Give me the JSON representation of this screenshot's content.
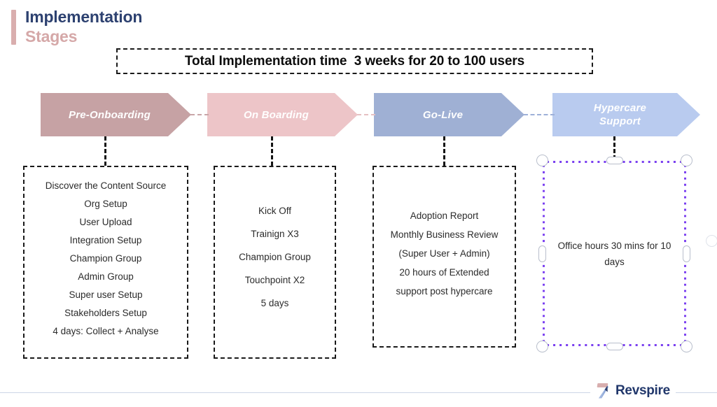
{
  "header": {
    "title_line1": "Implementation",
    "title_line2": "Stages"
  },
  "banner": {
    "text": "Total Implementation time  3 weeks for 20 to 100 users"
  },
  "stages": [
    {
      "label": "Pre-Onboarding",
      "color": "#c6a2a4"
    },
    {
      "label": "On Boarding",
      "color": "#edc5c8"
    },
    {
      "label": "Go-Live",
      "color": "#9fb0d4"
    },
    {
      "label": "Hypercare\nSupport",
      "color": "#b9cbef"
    }
  ],
  "boxes": {
    "pre_onboarding": [
      "Discover the Content Source",
      "Org Setup",
      "User Upload",
      "Integration Setup",
      "Champion Group",
      "Admin Group",
      "Super user Setup",
      "Stakeholders Setup",
      "4 days: Collect + Analyse"
    ],
    "on_boarding": [
      "Kick Off",
      "Trainign X3",
      "Champion Group",
      "Touchpoint X2",
      "5 days"
    ],
    "go_live": [
      "Adoption Report",
      "Monthly Business Review",
      "(Super User + Admin)",
      "20 hours of Extended",
      "support post hypercare"
    ],
    "hypercare": {
      "text": "Office hours 30 mins for 10 days",
      "selected": true,
      "selection_color": "#7a3ff0"
    }
  },
  "footer": {
    "brand": "Revspire"
  },
  "colors": {
    "title_primary": "#2d4170",
    "title_secondary": "#d5a8a8",
    "accent_bar": "#d9aeae",
    "box_border": "#1a1a1a",
    "selection_purple": "#7a3ff0",
    "footer_rule": "#ccd6e6"
  }
}
